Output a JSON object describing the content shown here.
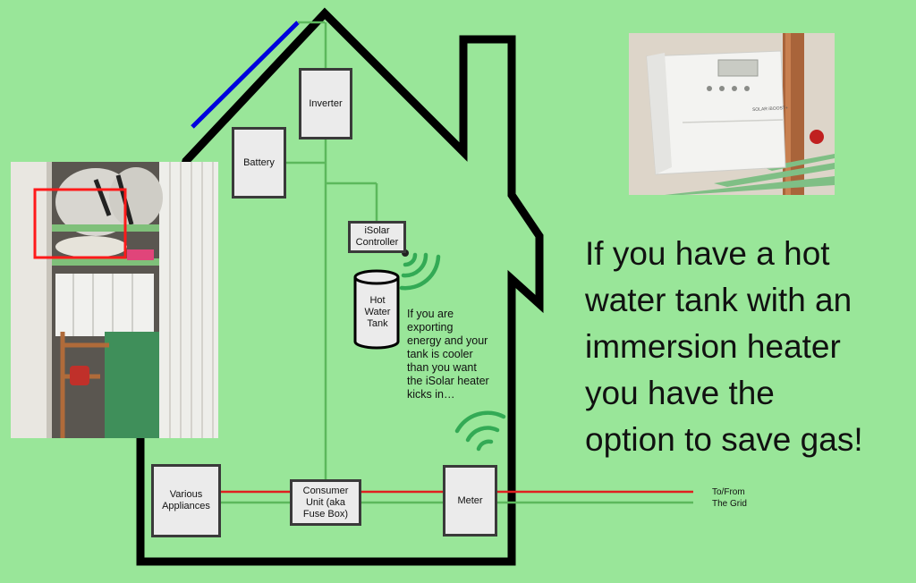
{
  "diagram": {
    "components": {
      "inverter": "Inverter",
      "battery": "Battery",
      "isolar_controller": "iSolar\nController",
      "hot_water_tank": "Hot\nWater\nTank",
      "various_appliances": "Various\nAppliances",
      "consumer_unit": "Consumer\nUnit (aka\nFuse Box)",
      "meter": "Meter"
    },
    "annotation": "If you are\nexporting\nenergy and your\ntank is cooler\nthan you want\nthe iSolar heater\nkicks in…",
    "grid_label": "To/From\nThe Grid",
    "headline": "If you have a hot\nwater tank with an\nimmersion heater\nyou have the\noption to save gas!"
  },
  "colors": {
    "background": "#99e699",
    "house_outline": "#000000",
    "solar_panel": "#0000dd",
    "green_wire": "#5cb85c",
    "red_wire": "#e02020",
    "signal_waves": "#33aa55",
    "box_fill": "#ebebeb"
  },
  "photos": {
    "airing_cupboard": "photo",
    "isolar_unit": "photo"
  },
  "photo_text": {
    "isolar_brand": "SOLAR iBOOST+"
  }
}
